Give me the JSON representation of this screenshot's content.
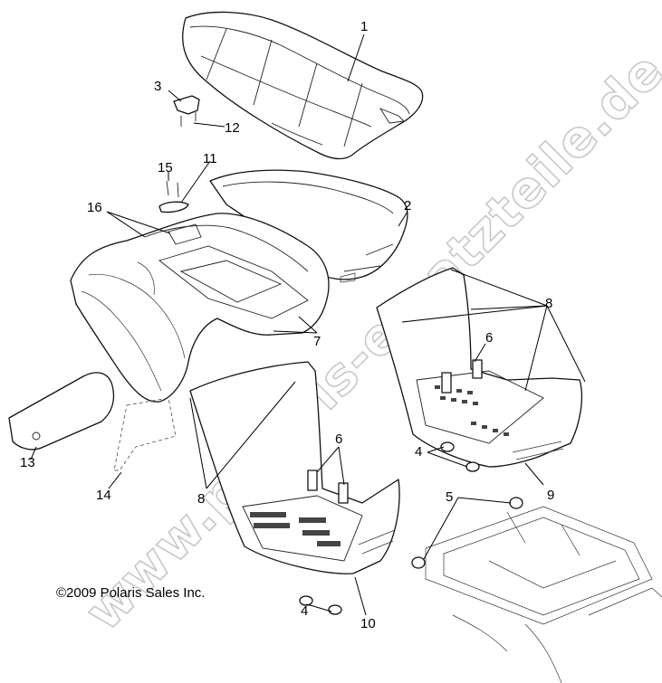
{
  "watermark": "www.polaris-ersatzteile.de",
  "copyright": "©2009 Polaris Sales Inc.",
  "callouts": {
    "c1": "1",
    "c2": "2",
    "c3": "3",
    "c4a": "4",
    "c4b": "4",
    "c5": "5",
    "c6a": "6",
    "c6b": "6",
    "c7": "7",
    "c8a": "8",
    "c8b": "8",
    "c9": "9",
    "c10": "10",
    "c11": "11",
    "c12": "12",
    "c13": "13",
    "c14": "14",
    "c15": "15",
    "c16": "16"
  }
}
